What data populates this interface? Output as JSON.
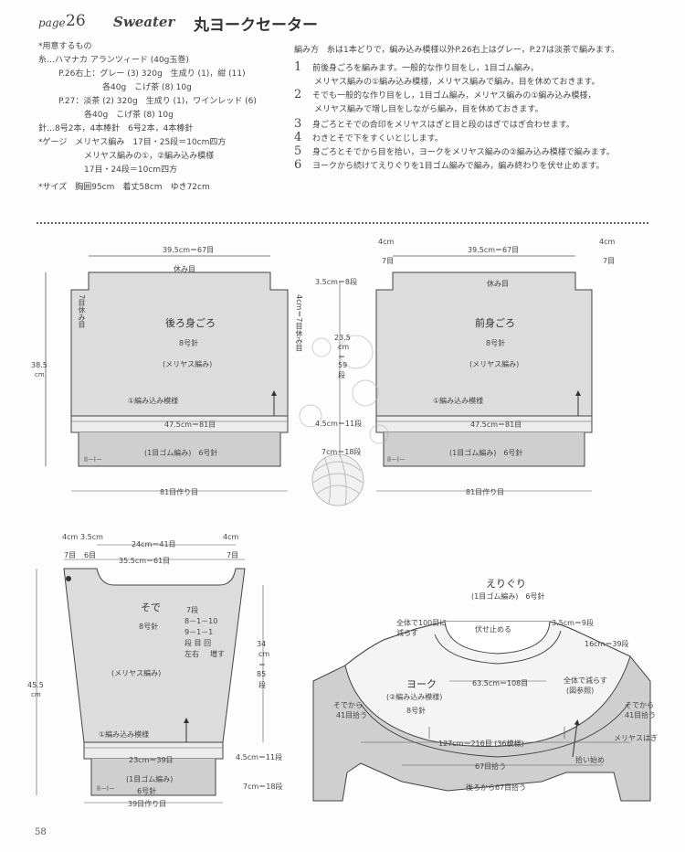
{
  "header": {
    "page_tag": "page",
    "page_number": "26",
    "title_en": "Sweater",
    "title_jp": "丸ヨークセーター"
  },
  "materials": {
    "heading": "*用意するもの",
    "yarn": "糸…ハマナカ アランツィード (40g玉巻)",
    "p26_line1": "P.26右上：グレー (3) 320g　生成り (1)，紺 (11)",
    "p26_line2": "各40g　こげ茶 (8) 10g",
    "p27_line1": "P.27：淡茶 (2) 320g　生成り (1)，ワインレッド (6)",
    "p27_line2": "各40g　こげ茶 (8) 10g",
    "needles": "針…8号2本，4本棒針　6号2本，4本棒針",
    "gauge_heading": "*ゲージ　メリヤス編み　17目・25段＝10cm四方",
    "gauge_line2": "メリヤス編みの①，②編み込み模様",
    "gauge_line3": "17目・24段＝10cm四方",
    "size": "*サイズ　胸囲95cm　着丈58cm　ゆき72cm"
  },
  "instructions": {
    "heading": "編み方　糸は1本どりで，編み込み模様以外P.26右上はグレー，P.27は淡茶で編みます。",
    "steps": [
      {
        "num": "1",
        "line1": "前後身ごろを編みます。一般的な作り目をし，1目ゴム編み，",
        "line2": "メリヤス編みの①編み込み模様，メリヤス編みで編み，目を休めておきます。"
      },
      {
        "num": "2",
        "line1": "そでも一般的な作り目をし，1目ゴム編み，メリヤス編みの①編み込み模様，",
        "line2": "メリヤス編みで増し目をしながら編み，目を休めておきます。"
      },
      {
        "num": "3",
        "line1": "身ごろとそでの合印をメリヤスはぎと目と段のはぎではぎ合わせます。",
        "line2": ""
      },
      {
        "num": "4",
        "line1": "わきとそで下をすくいとじします。",
        "line2": ""
      },
      {
        "num": "5",
        "line1": "身ごろとそでから目を拾い，ヨークをメリヤス編みの②編み込み模様で編みます。",
        "line2": ""
      },
      {
        "num": "6",
        "line1": "ヨークから続けてえりぐりを1目ゴム編みで編み，編み終わりを伏せ止めます。",
        "line2": ""
      }
    ]
  },
  "back_body": {
    "title": "後ろ身ごろ",
    "needle": "8号針",
    "stitch": "(メリヤス編み)",
    "pattern": "①編み込み模様",
    "rib": "(1目ゴム編み)　6号針",
    "top_width": "39.5cm＝67目",
    "rest": "休み目",
    "height": "38.5",
    "height_unit": "cm",
    "left_rest": "7目休み目",
    "right_note": "4cm＝7目休み目",
    "mid_width": "47.5cm＝81目",
    "cast_on": "81目作り目",
    "rib_mark": "ll－l－"
  },
  "front_body": {
    "title": "前身ごろ",
    "needle": "8号針",
    "stitch": "(メリヤス編み)",
    "pattern": "①編み込み模様",
    "rib": "(1目ゴム編み)　6号針",
    "top_width": "39.5cm＝67目",
    "side_left_a": "4cm",
    "side_left_b": "7目",
    "side_right_a": "4cm",
    "side_right_b": "7目",
    "rest": "休み目",
    "mid_width": "47.5cm＝81目",
    "cast_on": "81目作り目",
    "rib_mark": "ll－l－"
  },
  "middle_dims": {
    "top": "3.5cm＝8段",
    "mid_a": "23.5",
    "mid_b": "cm",
    "mid_c": "＝",
    "mid_d": "59",
    "mid_e": "段",
    "low": "4.5cm＝11段",
    "rib": "7cm＝18段"
  },
  "sleeve": {
    "title": "そで",
    "needle": "8号針",
    "stitch": "(メリヤス編み)",
    "pattern": "①編み込み模様",
    "rib": "(1目ゴム編み)",
    "rib_needle": "6号針",
    "top_a": "4cm",
    "top_a2": "7目",
    "top_b": "3.5cm",
    "top_b2": "6目",
    "top_c": "24cm＝41目",
    "top_d": "4cm",
    "top_d2": "7目",
    "top_width": "35.5cm＝61目",
    "height": "45.5",
    "height_unit": "cm",
    "inc1": "7段",
    "inc2": "8－1－10",
    "inc3": "9－1－1",
    "inc4": "段 目 回",
    "inc5": "増す",
    "inc6": "左右",
    "right_h": "34",
    "right_h2": "cm",
    "right_h3": "＝",
    "right_h4": "85",
    "right_h5": "段",
    "mid_width": "23cm＝39目",
    "pat_rows": "4.5cm＝11段",
    "rib_rows": "7cm＝18段",
    "cast_on": "39目作り目",
    "rib_mark": "ll－l－"
  },
  "yoke": {
    "collar_title": "えりぐり",
    "collar_rib": "(1目ゴム編み)　6号針",
    "total": "全体で100目に",
    "total2": "減らす",
    "bind_off": "伏せ止める",
    "collar_h": "3.5cm＝9段",
    "yoke_h": "16cm＝39段",
    "neck_width": "63.5cm＝108目",
    "title": "ヨーク",
    "pattern": "(②編み込み模様)",
    "needle": "8号針",
    "decrease": "全体で減らす",
    "see": "(図参照)",
    "sleeve_pick_l": "そでから",
    "sleeve_pick_l2": "41目拾う",
    "sleeve_pick_r": "そでから",
    "sleeve_pick_r2": "41目拾う",
    "meriyasu": "メリヤスはぎ",
    "bottom_width": "127cm＝216目 (36模様)",
    "front_pick": "67目拾う",
    "start": "拾い始め",
    "back_pick": "後ろから67目拾う"
  },
  "footer": {
    "page_number": "58"
  }
}
